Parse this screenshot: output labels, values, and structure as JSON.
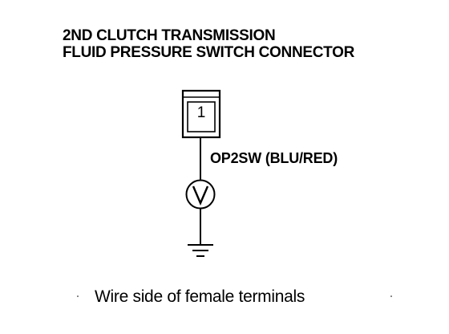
{
  "title": {
    "line1": "2ND CLUTCH TRANSMISSION",
    "line2": "FLUID PRESSURE SWITCH CONNECTOR"
  },
  "connector": {
    "terminal_number": "1"
  },
  "wire": {
    "label": "OP2SW (BLU/RED)"
  },
  "meter": {
    "symbol": "V"
  },
  "caption": "Wire side of female terminals"
}
